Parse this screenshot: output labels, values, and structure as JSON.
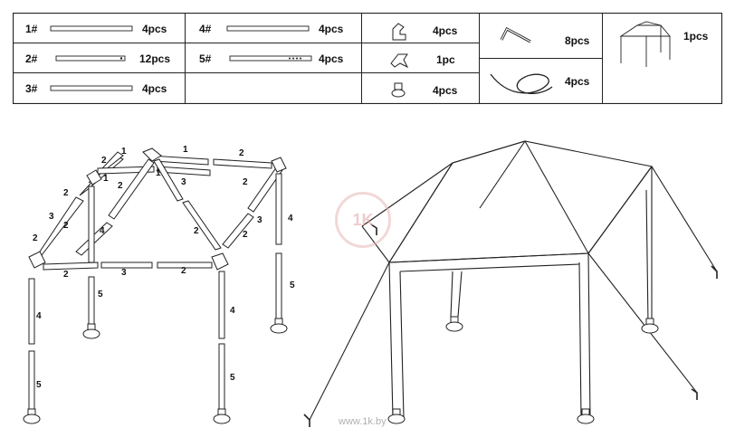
{
  "parts": {
    "rows": [
      {
        "id": "1#",
        "qty": "4pcs"
      },
      {
        "id": "2#",
        "qty": "12pcs"
      },
      {
        "id": "3#",
        "qty": "4pcs"
      },
      {
        "id": "4#",
        "qty": "4pcs"
      },
      {
        "id": "5#",
        "qty": "4pcs"
      }
    ],
    "connectors": [
      {
        "icon": "corner-connector-icon",
        "qty": "4pcs"
      },
      {
        "icon": "peak-connector-icon",
        "qty": "1pc"
      },
      {
        "icon": "foot-plate-icon",
        "qty": "4pcs"
      }
    ],
    "extras": [
      {
        "icon": "stake-icon",
        "qty": "8pcs"
      },
      {
        "icon": "rope-icon",
        "qty": "4pcs"
      },
      {
        "icon": "canopy-icon",
        "qty": "1pcs"
      }
    ]
  },
  "frame_labels": {
    "one": "1",
    "two": "2",
    "three": "3",
    "four": "4",
    "five": "5"
  },
  "watermark": {
    "logo": "1K",
    "text": "www.1k.by"
  }
}
